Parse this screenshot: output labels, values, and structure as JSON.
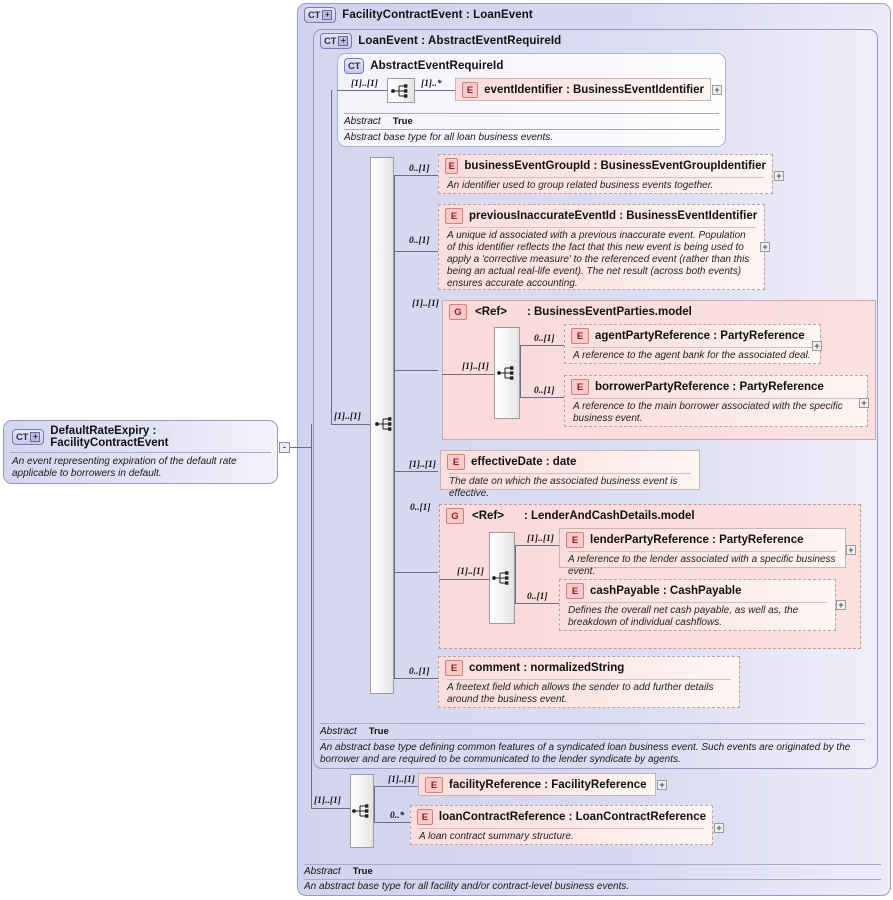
{
  "diagram": {
    "kind": "xsd-schema-diagram",
    "icons": {
      "complex_type": "CT",
      "complex_type_expandable": "CT+",
      "element": "E",
      "group": "G",
      "sequence": "sequence-compositor-icon",
      "expand": "+",
      "collapse": "-"
    }
  },
  "root": {
    "badge": "CT",
    "expandable": true,
    "title": "DefaultRateExpiry : FacilityContractEvent",
    "doc": "An event representing expiration of the default rate applicable to borrowers in default.",
    "collapse_label": "-"
  },
  "outer": {
    "badge": "CT",
    "expandable": true,
    "title": "FacilityContractEvent : LoanEvent",
    "abstract_key": "Abstract",
    "abstract_value": "True",
    "abstract_doc": "An abstract base type for all facility and/or contract-level business events."
  },
  "loan_event": {
    "badge": "CT",
    "expandable": true,
    "title": "LoanEvent : AbstractEventRequireId",
    "abstract_key": "Abstract",
    "abstract_value": "True",
    "abstract_doc": "An abstract base type defining common features of a syndicated loan business event. Such events are originated by the borrower and are required to be communicated to the lender syndicate by agents."
  },
  "abstract_event": {
    "badge": "CT",
    "expandable": false,
    "title": "AbstractEventRequireId",
    "seq_card": "[1]..[1]",
    "abstract_key": "Abstract",
    "abstract_value": "True",
    "abstract_doc": "Abstract base type for all loan business events.",
    "element": {
      "badge": "E",
      "card": "[1]..*",
      "name": "eventIdentifier : BusinessEventIdentifier",
      "doc": "",
      "expand": "+"
    }
  },
  "loan_event_seq_card": "[1]..[1]",
  "loan_event_children": [
    {
      "badge": "E",
      "card": "0..[1]",
      "name": "businessEventGroupId : BusinessEventGroupIdentifier",
      "doc": "An identifier used to group related business events together.",
      "optional": true,
      "expand": "+"
    },
    {
      "badge": "E",
      "card": "0..[1]",
      "name": "previousInaccurateEventId : BusinessEventIdentifier",
      "doc": "A unique id associated with a previous inaccurate event. Population of this identifier reflects the fact that this new event is being used to apply a 'corrective measure' to the referenced event (rather than this being an actual real-life event). The net result (across both events) ensures accurate accounting.",
      "optional": true,
      "expand": "+"
    },
    {
      "badge": "E",
      "card": "[1]..[1]",
      "name": "effectiveDate : date",
      "doc": "The date on which the associated business event is effective.",
      "optional": false,
      "expand": ""
    },
    {
      "badge": "E",
      "card": "0..[1]",
      "name": "comment : normalizedString",
      "doc": "A freetext field which allows the sender to add further details around the business event.",
      "optional": true,
      "expand": ""
    }
  ],
  "business_event_parties": {
    "badge": "G",
    "ref": "<Ref>",
    "name": ": BusinessEventParties.model",
    "outer_card": "[1]..[1]",
    "seq_card": "[1]..[1]",
    "children": [
      {
        "badge": "E",
        "card": "0..[1]",
        "name": "agentPartyReference : PartyReference",
        "doc": "A reference to the agent bank for the associated deal.",
        "optional": true,
        "expand": "+"
      },
      {
        "badge": "E",
        "card": "0..[1]",
        "name": "borrowerPartyReference : PartyReference",
        "doc": "A reference to the main borrower associated with the specific business event.",
        "optional": true,
        "expand": "+"
      }
    ]
  },
  "lender_and_cash": {
    "badge": "G",
    "ref": "<Ref>",
    "name": ": LenderAndCashDetails.model",
    "outer_card": "0..[1]",
    "seq_card": "[1]..[1]",
    "children": [
      {
        "badge": "E",
        "card": "[1]..[1]",
        "name": "lenderPartyReference : PartyReference",
        "doc": "A reference to the lender associated with a specific business event.",
        "optional": false,
        "expand": "+"
      },
      {
        "badge": "E",
        "card": "0..[1]",
        "name": "cashPayable : CashPayable",
        "doc": "Defines the overall net cash payable, as well as, the breakdown of individual cashflows.",
        "optional": true,
        "expand": "+"
      }
    ]
  },
  "facility_contract_children": {
    "seq_card": "[1]..[1]",
    "items": [
      {
        "badge": "E",
        "card": "[1]..[1]",
        "name": "facilityReference : FacilityReference",
        "doc": "",
        "optional": false,
        "expand": "+"
      },
      {
        "badge": "E",
        "card": "0..*",
        "name": "loanContractReference : LoanContractReference",
        "doc": "A loan contract summary structure.",
        "optional": true,
        "expand": "+"
      }
    ]
  }
}
